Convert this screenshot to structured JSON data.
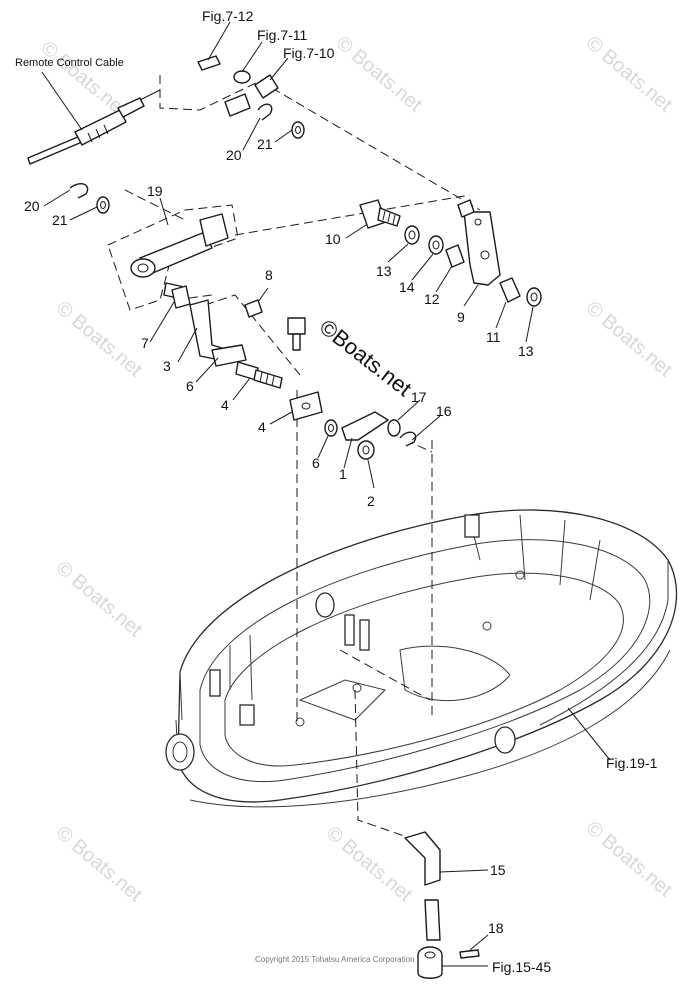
{
  "diagram": {
    "remote_control_cable": "Remote Control Cable",
    "references": {
      "fig_7_12": "Fig.7-12",
      "fig_7_11": "Fig.7-11",
      "fig_7_10": "Fig.7-10",
      "fig_19_1": "Fig.19-1",
      "fig_15_45": "Fig.15-45"
    },
    "callouts": {
      "p1": "1",
      "p2": "2",
      "p3": "3",
      "p4a": "4",
      "p4b": "4",
      "p6a": "6",
      "p6b": "6",
      "p7": "7",
      "p8": "8",
      "p9": "9",
      "p10": "10",
      "p11": "11",
      "p12": "12",
      "p13a": "13",
      "p13b": "13",
      "p14": "14",
      "p15": "15",
      "p16": "16",
      "p17": "17",
      "p18": "18",
      "p19": "19",
      "p20a": "20",
      "p20b": "20",
      "p21a": "21",
      "p21b": "21"
    },
    "brand_mark": "©Boats.net",
    "watermark": "© Boats.net",
    "copyright": "Copyright 2015 Tohatsu America Corporation"
  }
}
